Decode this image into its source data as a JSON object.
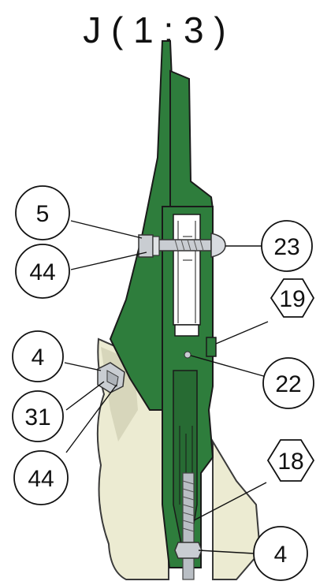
{
  "title": "J ( 1 : 3 )",
  "callouts": {
    "c5": "5",
    "c44a": "44",
    "c23": "23",
    "c19": "19",
    "c4a": "4",
    "c22": "22",
    "c31": "31",
    "c44b": "44",
    "c18": "18",
    "c4b": "4"
  },
  "colors": {
    "part_green": "#2e7d3c",
    "part_green_dark": "#1f5a2a",
    "casting_beige": "#ecebd2",
    "casting_shadow": "#cfcdb0",
    "bolt_gray": "#c9cdd2"
  }
}
